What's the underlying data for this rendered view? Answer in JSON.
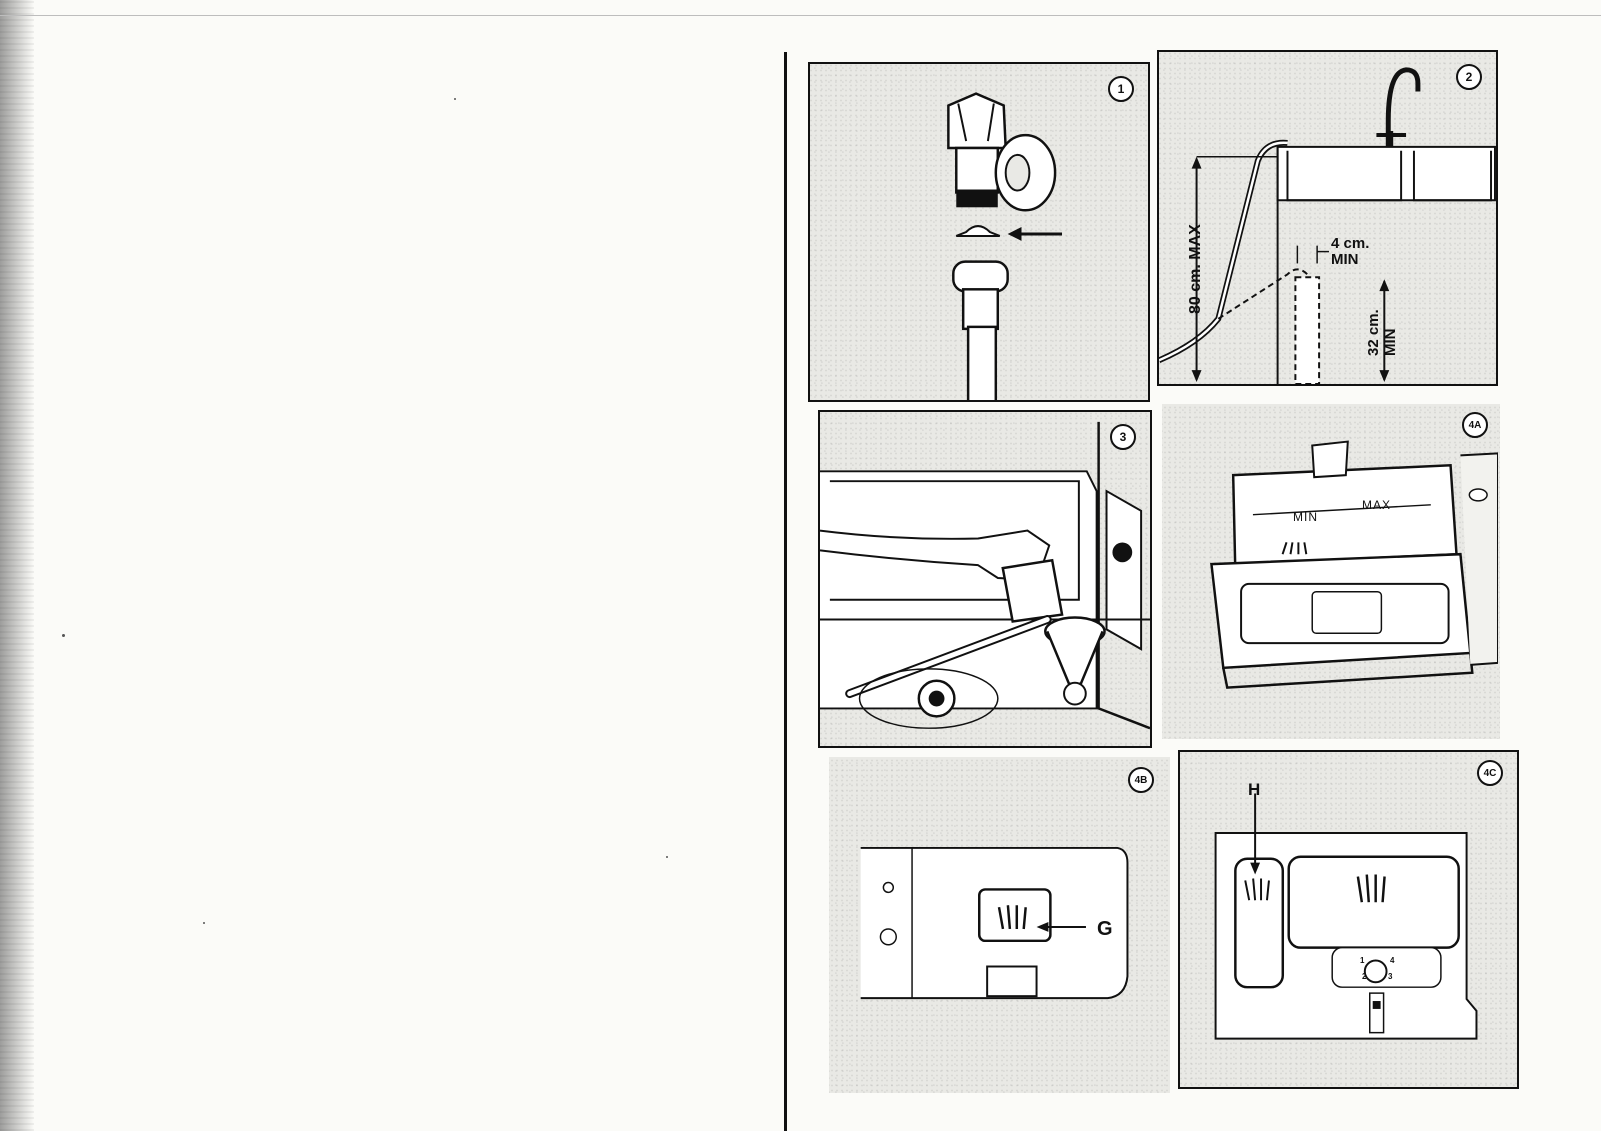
{
  "figures": [
    {
      "id": "fig-1",
      "number": "1"
    },
    {
      "id": "fig-2",
      "number": "2",
      "labels": {
        "height_max_value": "80 cm.",
        "height_max_word": "MAX",
        "gap_value": "4 cm.",
        "gap_word": "MIN",
        "height_min_value": "32 cm.",
        "height_min_word": "MIN"
      }
    },
    {
      "id": "fig-3",
      "number": "3"
    },
    {
      "id": "fig-4a",
      "number": "4A",
      "labels": {
        "min": "MIN",
        "max": "MAX"
      }
    },
    {
      "id": "fig-4b",
      "number": "4B",
      "labels": {
        "pointer": "G"
      }
    },
    {
      "id": "fig-4c",
      "number": "4C",
      "labels": {
        "pointer": "H",
        "dial_1": "1",
        "dial_2": "2",
        "dial_3": "3",
        "dial_4": "4"
      }
    }
  ]
}
